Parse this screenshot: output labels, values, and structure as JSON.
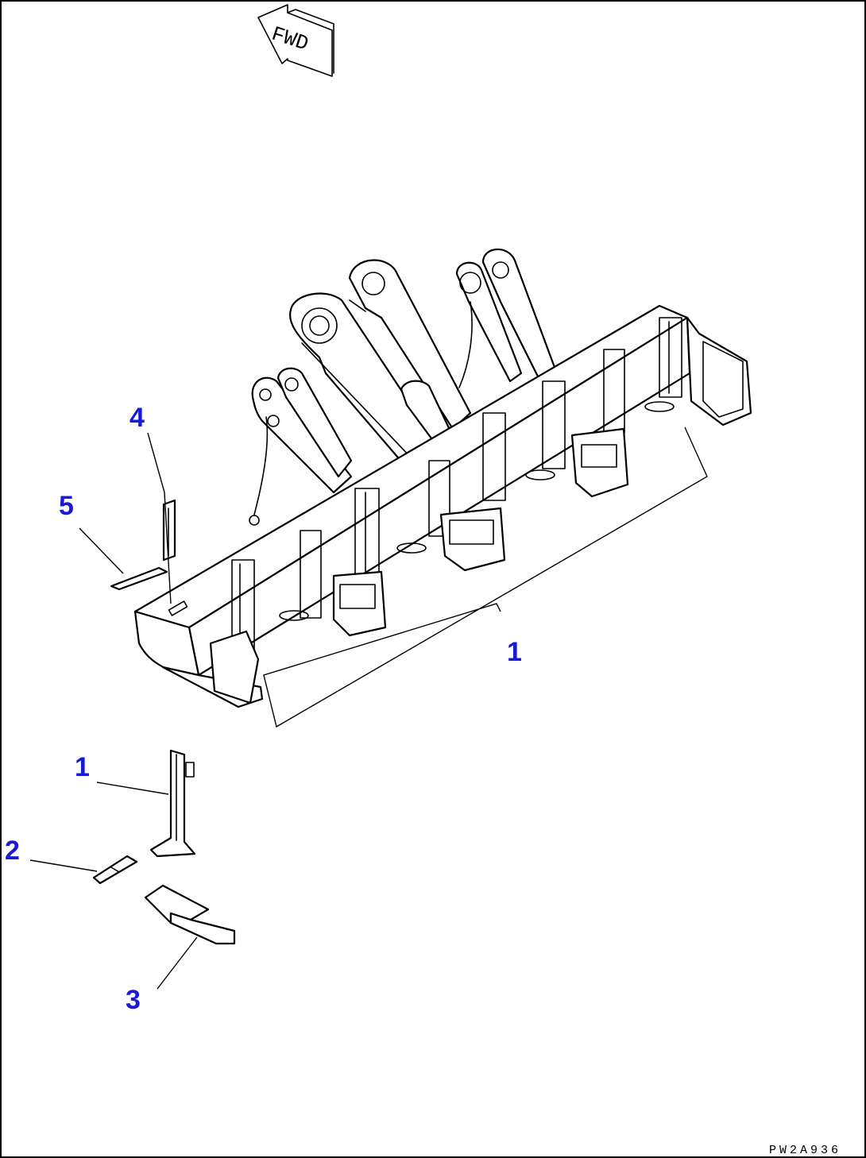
{
  "direction_label": "FWD",
  "drawing_code": "PW2A936",
  "callouts": [
    {
      "id": "c4",
      "label": "4"
    },
    {
      "id": "c5",
      "label": "5"
    },
    {
      "id": "c1a",
      "label": "1"
    },
    {
      "id": "c1b",
      "label": "1"
    },
    {
      "id": "c2",
      "label": "2"
    },
    {
      "id": "c3",
      "label": "3"
    }
  ],
  "colors": {
    "callout": "#1a1ad6",
    "line": "#000000",
    "background": "#ffffff"
  }
}
